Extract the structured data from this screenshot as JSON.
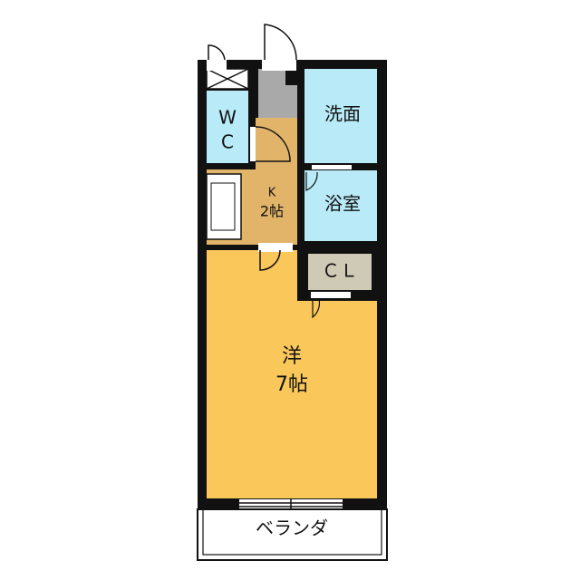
{
  "rooms": {
    "wc": {
      "line1": "W",
      "line2": "C"
    },
    "washroom": {
      "label": "洗面"
    },
    "kitchen": {
      "name": "K",
      "size": "2帖"
    },
    "bath": {
      "label": "浴室"
    },
    "closet": {
      "label": "ＣＬ"
    },
    "western": {
      "name": "洋",
      "size": "7帖"
    },
    "balcony": {
      "label": "ベランダ"
    }
  },
  "colors": {
    "wall": "#111111",
    "western_floor": "#fac85a",
    "kitchen_floor": "#e2b46a",
    "water_area": "#b8eaf7",
    "entrance": "#a9a9a9",
    "closet_floor": "#cfcab6",
    "background": "#ffffff"
  }
}
